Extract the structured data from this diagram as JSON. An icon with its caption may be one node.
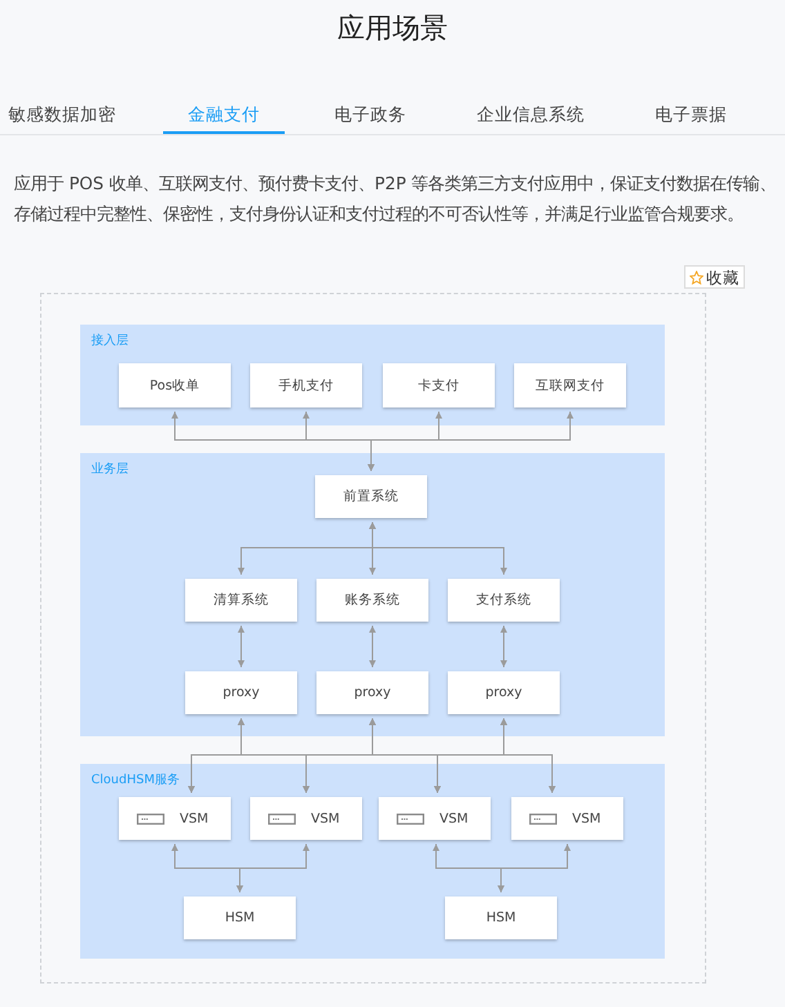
{
  "diagram": {
    "title": "应用场景",
    "nodes": [
      {
        "text": [
          "接入层"
        ]
      },
      {
        "text": [
          "Pos收单"
        ],
        "in": 0
      },
      {
        "text": [
          "手机支付"
        ],
        "in": 0
      },
      {
        "text": [
          "卡支付"
        ],
        "in": 0
      },
      {
        "text": [
          "互联网支付"
        ],
        "in": 0
      },
      {
        "text": [
          "业务层"
        ]
      },
      {
        "text": [
          "前置系统"
        ],
        "in": 5
      },
      {
        "text": [
          "清算系统"
        ],
        "in": 5
      },
      {
        "text": [
          "账务系统"
        ],
        "in": 5
      },
      {
        "text": [
          "支付系统"
        ],
        "in": 5
      },
      {
        "text": [
          "proxy"
        ],
        "in": 5
      },
      {
        "text": [
          "proxy"
        ],
        "in": 5
      },
      {
        "text": [
          "proxy"
        ],
        "in": 5
      },
      {
        "text": [
          "CloudHSM服务"
        ]
      },
      {
        "text": [
          "VSM"
        ],
        "in": 13
      },
      {
        "text": [
          "VSM"
        ],
        "in": 13
      },
      {
        "text": [
          "VSM"
        ],
        "in": 13
      },
      {
        "text": [
          "VSM"
        ],
        "in": 13
      },
      {
        "text": [
          "HSM"
        ],
        "in": 13
      },
      {
        "text": [
          "HSM"
        ],
        "in": 13
      }
    ],
    "edges": [
      {
        "from": 1,
        "to": 6,
        "arrow": "both"
      },
      {
        "from": 2,
        "to": 6,
        "arrow": "both"
      },
      {
        "from": 3,
        "to": 6,
        "arrow": "both"
      },
      {
        "from": 4,
        "to": 6,
        "arrow": "both"
      },
      {
        "from": 6,
        "to": 7,
        "arrow": "both"
      },
      {
        "from": 6,
        "to": 8,
        "arrow": "both"
      },
      {
        "from": 6,
        "to": 9,
        "arrow": "both"
      },
      {
        "from": 7,
        "to": 10,
        "arrow": "both"
      },
      {
        "from": 8,
        "to": 11,
        "arrow": "both"
      },
      {
        "from": 9,
        "to": 12,
        "arrow": "both"
      },
      {
        "from": 10,
        "to": 14,
        "arrow": "both"
      },
      {
        "from": 10,
        "to": 15,
        "arrow": "both"
      },
      {
        "from": 10,
        "to": 16,
        "arrow": "both"
      },
      {
        "from": 10,
        "to": 17,
        "arrow": "both"
      },
      {
        "from": 11,
        "to": 14,
        "arrow": "both"
      },
      {
        "from": 11,
        "to": 15,
        "arrow": "both"
      },
      {
        "from": 11,
        "to": 16,
        "arrow": "both"
      },
      {
        "from": 11,
        "to": 17,
        "arrow": "both"
      },
      {
        "from": 12,
        "to": 14,
        "arrow": "both"
      },
      {
        "from": 12,
        "to": 15,
        "arrow": "both"
      },
      {
        "from": 12,
        "to": 16,
        "arrow": "both"
      },
      {
        "from": 12,
        "to": 17,
        "arrow": "both"
      },
      {
        "from": 14,
        "to": 18,
        "arrow": "both"
      },
      {
        "from": 15,
        "to": 18,
        "arrow": "both"
      },
      {
        "from": 16,
        "to": 19,
        "arrow": "both"
      },
      {
        "from": 17,
        "to": 19,
        "arrow": "both"
      }
    ],
    "labels": [
      "敏感数据加密",
      "金融支付",
      "电子政务",
      "企业信息系统",
      "电子票据",
      "应用于 POS 收单、互联网支付、预付费卡支付、P2P 等各类第三方支付应用中，保证支付数据在传输、存储过程中完整性、保密性，支付身份认证和支付过程的不可否认性等，并满足行业监管合规要求。",
      "收藏"
    ]
  }
}
